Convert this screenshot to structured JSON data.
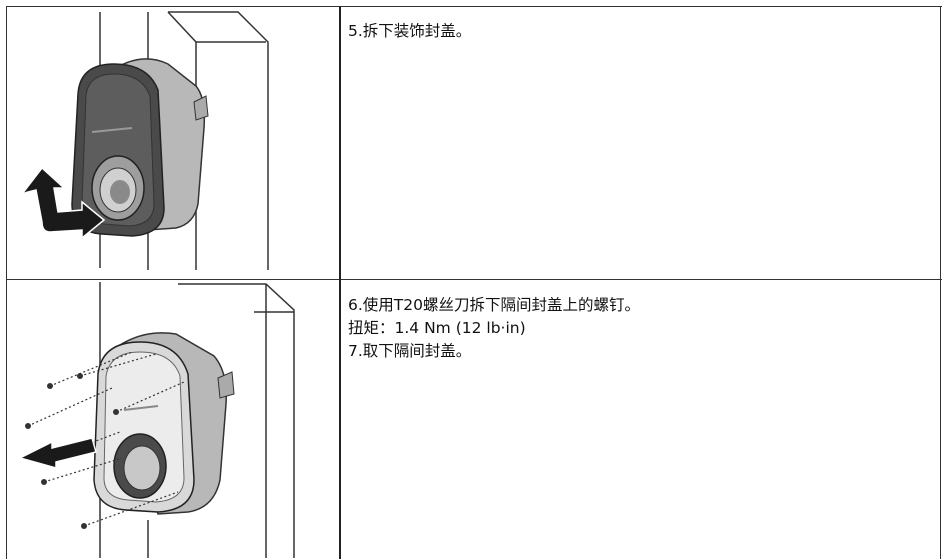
{
  "steps": [
    {
      "image_icon": "wallbox-decorative-cover-removal-illustration",
      "lines": [
        "5.拆下装饰封盖。"
      ]
    },
    {
      "image_icon": "wallbox-screws-removal-illustration",
      "lines": [
        "6.使用T20螺丝刀拆下隔间封盖上的螺钉。",
        "扭矩：1.4 Nm (12 lb·in)",
        "7.取下隔间封盖。"
      ]
    }
  ]
}
